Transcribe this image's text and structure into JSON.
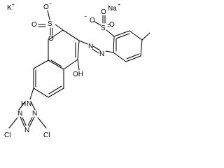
{
  "structure": {
    "counterions": [
      {
        "symbol": "K",
        "charge": "+"
      },
      {
        "symbol": "Na",
        "charge": "+"
      }
    ],
    "atom_labels": {
      "sulfonate_1": {
        "O_minus": "O",
        "minus": "−",
        "S": "S",
        "O_a": "O",
        "O_b": "O"
      },
      "sulfonate_2": {
        "O_minus": "O",
        "minus": "−",
        "S": "S",
        "O_a": "O",
        "O_b": "O"
      },
      "azo": {
        "N1": "N",
        "N2": "N"
      },
      "hydroxyl": "OH",
      "amine": "H",
      "amine_N": "N",
      "triazine": {
        "N1": "N",
        "N2": "N",
        "N3": "N"
      },
      "chlorines": [
        "Cl",
        "Cl"
      ]
    }
  }
}
